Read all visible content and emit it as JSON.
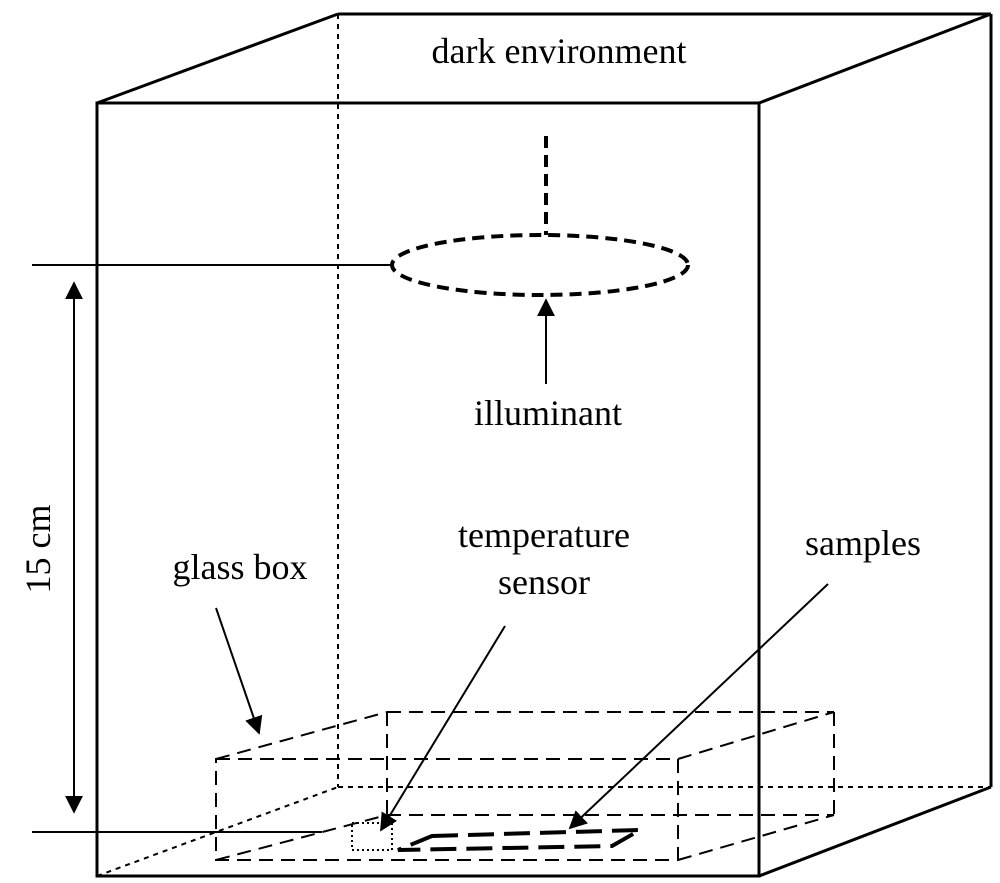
{
  "labels": {
    "environment": "dark environment",
    "illuminant": "illuminant",
    "distance": "15 cm",
    "glass_box": "glass box",
    "sensor_line1": "temperature",
    "sensor_line2": "sensor",
    "samples": "samples"
  }
}
